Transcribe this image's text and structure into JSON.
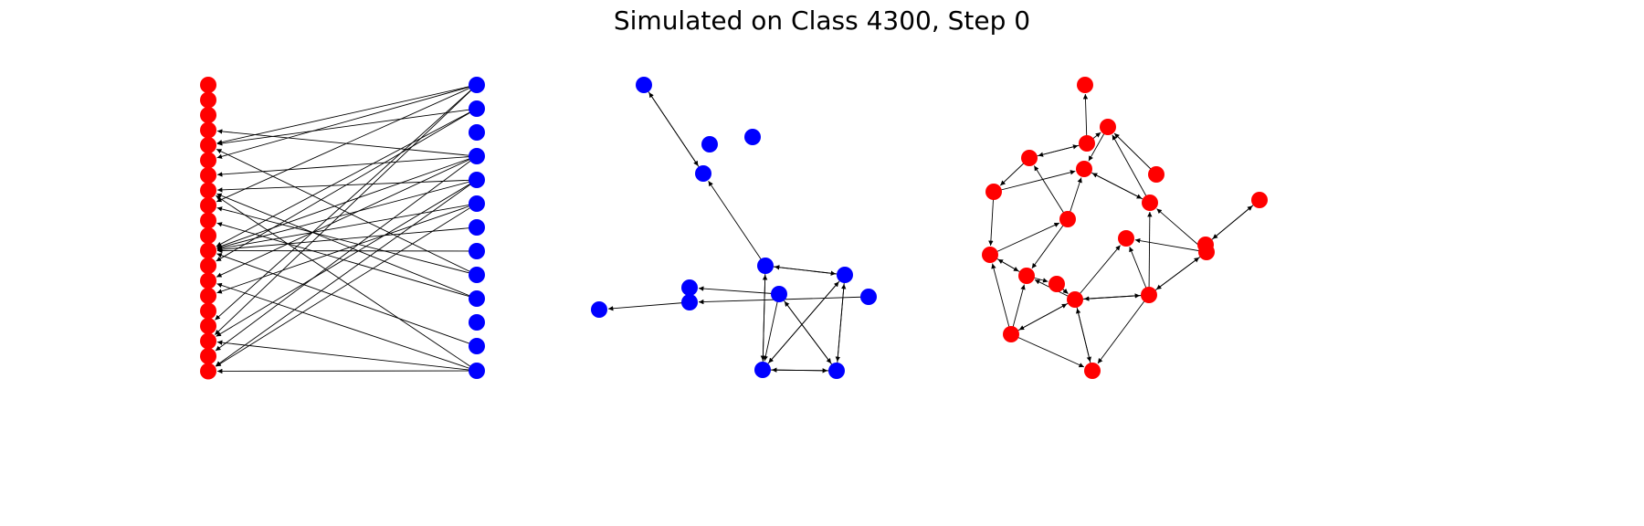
{
  "figure": {
    "title": "Simulated on Class 4300, Step 0"
  },
  "colors": {
    "red": "#ff0000",
    "blue": "#0000ff",
    "edge": "#000000"
  },
  "panels": [
    {
      "id": "bipartite",
      "node_color": "mixed"
    },
    {
      "id": "blue-graph",
      "node_color": "blue"
    },
    {
      "id": "red-graph",
      "node_color": "red"
    }
  ]
}
